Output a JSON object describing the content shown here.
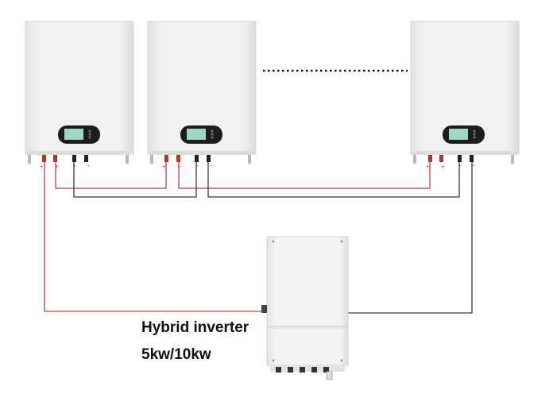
{
  "diagram": {
    "batteries": [
      {
        "id": "battery-1",
        "terminals": [
          "+",
          "+",
          "-",
          "-"
        ]
      },
      {
        "id": "battery-2",
        "terminals": [
          "+",
          "+",
          "-",
          "-"
        ]
      },
      {
        "id": "battery-n",
        "terminals": [
          "+",
          "+",
          "-",
          "-"
        ]
      }
    ],
    "inverter": {
      "title": "Hybrid inverter",
      "rating": "5kw/10kw"
    },
    "colors": {
      "positive_wire": "#c8403d",
      "negative_wire": "#3a3a3a",
      "unit_body": "#efefef",
      "display_screen": "#9ed8c3",
      "positive_terminal": "#b0372c"
    },
    "icons": [
      "lcd-display-icon",
      "ellipsis-dots-icon"
    ]
  }
}
